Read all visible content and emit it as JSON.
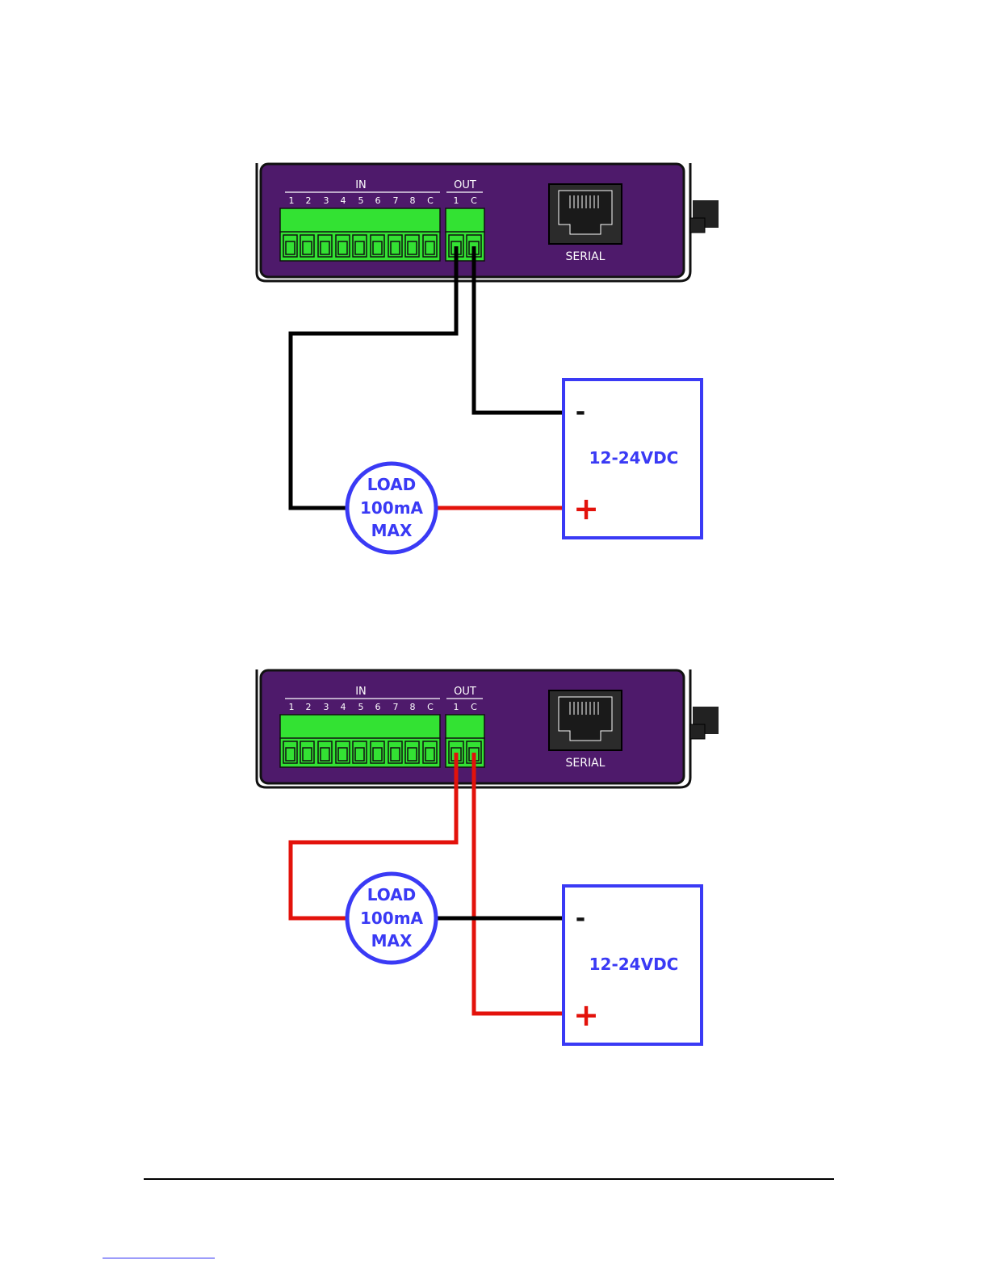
{
  "device": {
    "in_label": "IN",
    "out_label": "OUT",
    "in_terminals": [
      "1",
      "2",
      "3",
      "4",
      "5",
      "6",
      "7",
      "8",
      "C"
    ],
    "out_terminals": [
      "1",
      "C"
    ],
    "serial_label": "SERIAL"
  },
  "diagrams": [
    {
      "load": {
        "line1": "LOAD",
        "line2": "100mA",
        "line3": "MAX"
      },
      "psu": {
        "label": "12-24VDC",
        "minus": "-",
        "plus": "+"
      },
      "terminal_1_wire_color": "#000000",
      "terminal_c_wire_color": "#000000",
      "load_to_psu_wire_color": "#e3120b"
    },
    {
      "load": {
        "line1": "LOAD",
        "line2": "100mA",
        "line3": "MAX"
      },
      "psu": {
        "label": "12-24VDC",
        "minus": "-",
        "plus": "+"
      },
      "terminal_1_wire_color": "#e3120b",
      "terminal_c_wire_color": "#e3120b",
      "load_to_psu_wire_color": "#000000"
    }
  ],
  "colors": {
    "device_body": "#4e1a6b",
    "terminal_green": "#33e233",
    "load_and_psu_outline": "#3a3af5",
    "red_wire": "#e3120b",
    "black_wire": "#000000"
  }
}
